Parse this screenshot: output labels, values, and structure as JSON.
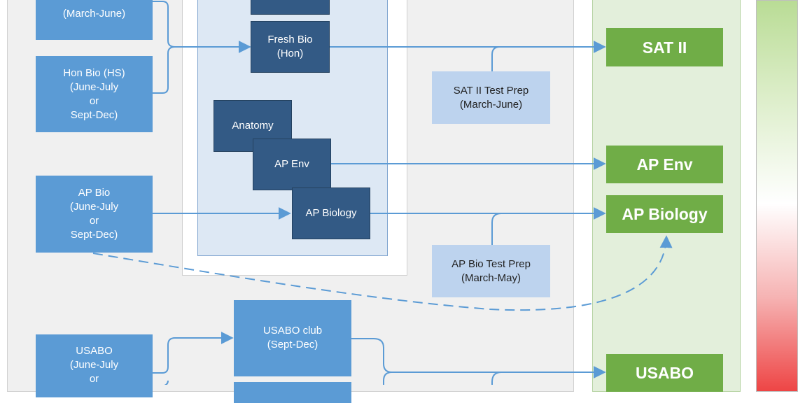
{
  "colors": {
    "light_box": "#5b9bd5",
    "dark_box": "#335a85",
    "pale_box": "#bdd3ee",
    "goal_box": "#70ad47",
    "arrow": "#5b9bd5"
  },
  "sources": {
    "march_june": "(March-June)",
    "hon_bio_hs": "Hon Bio (HS)\n(June-July\nor\nSept-Dec)",
    "ap_bio": "AP Bio\n(June-July\nor\nSept-Dec)",
    "usabo": "USABO\n(June-July\nor"
  },
  "school_courses": {
    "fresh_bio": "Fresh Bio\n(Hon)",
    "anatomy": "Anatomy",
    "ap_env": "AP Env",
    "ap_biology": "AP Biology"
  },
  "test_prep": {
    "sat2": "SAT II Test Prep\n(March-June)",
    "apbio": "AP Bio Test Prep\n(March-May)",
    "usabo_club": "USABO club\n(Sept-Dec)"
  },
  "goals": {
    "sat2": "SAT II",
    "ap_env": "AP Env",
    "ap_biology": "AP Biology",
    "usabo": "USABO"
  }
}
